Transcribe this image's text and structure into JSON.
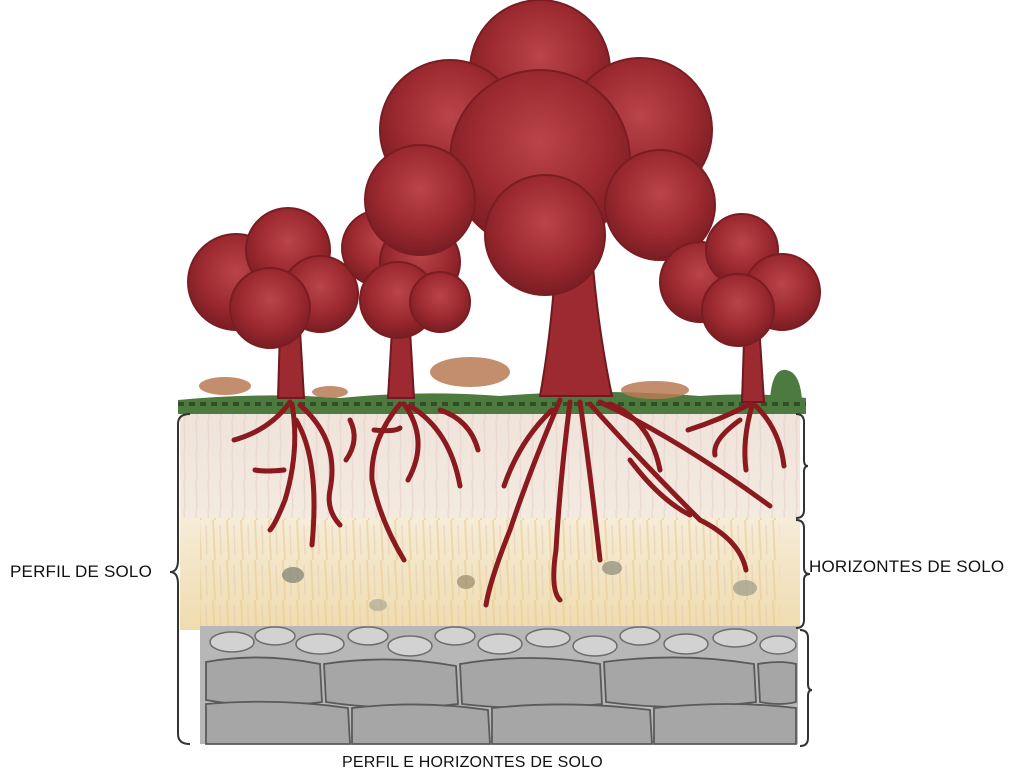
{
  "labels": {
    "soil_profile": "PERFIL DE SOLO",
    "soil_horizons": "HORIZONTES DE SOLO",
    "caption": "PERFIL E HORIZONTES DE SOLO"
  },
  "colors": {
    "foliage": "#9c2a30",
    "foliage_dark": "#6e1a20",
    "roots": "#8b1a1f",
    "grass": "#3f6b34",
    "topsoil": "#f1e6dc",
    "subsoil": "#efdcae",
    "bedrock": "#a9a9a9",
    "brace": "#333333"
  }
}
